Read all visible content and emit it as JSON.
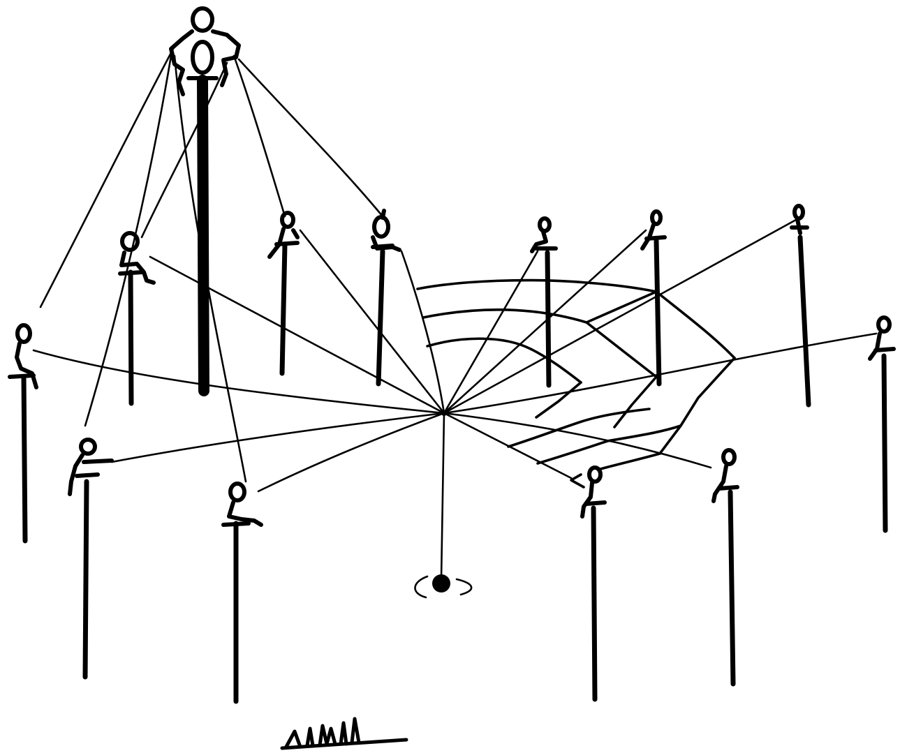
{
  "drawing": {
    "subject": "",
    "ink_color": "#000000",
    "paper_color": "#ffffff",
    "pole_count": 13,
    "rope_count": 20,
    "signature_text": "AllUll"
  }
}
